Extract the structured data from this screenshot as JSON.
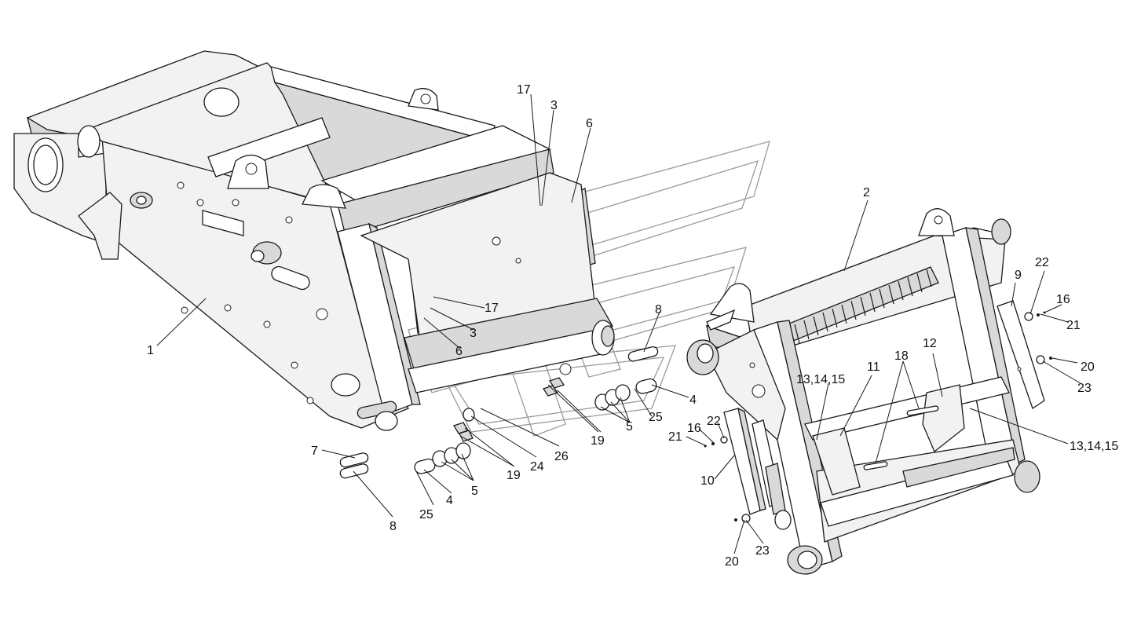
{
  "callouts": [
    {
      "id": "c1",
      "text": "1"
    },
    {
      "id": "c2",
      "text": "2"
    },
    {
      "id": "c3a",
      "text": "3"
    },
    {
      "id": "c3b",
      "text": "3"
    },
    {
      "id": "c4a",
      "text": "4"
    },
    {
      "id": "c4b",
      "text": "4"
    },
    {
      "id": "c5a",
      "text": "5"
    },
    {
      "id": "c5b",
      "text": "5"
    },
    {
      "id": "c6a",
      "text": "6"
    },
    {
      "id": "c6b",
      "text": "6"
    },
    {
      "id": "c7",
      "text": "7"
    },
    {
      "id": "c8a",
      "text": "8"
    },
    {
      "id": "c8b",
      "text": "8"
    },
    {
      "id": "c9",
      "text": "9"
    },
    {
      "id": "c10",
      "text": "10"
    },
    {
      "id": "c11",
      "text": "11"
    },
    {
      "id": "c12",
      "text": "12"
    },
    {
      "id": "c131415a",
      "text": "13,14,15"
    },
    {
      "id": "c131415b",
      "text": "13,14,15"
    },
    {
      "id": "c16a",
      "text": "16"
    },
    {
      "id": "c16b",
      "text": "16"
    },
    {
      "id": "c17a",
      "text": "17"
    },
    {
      "id": "c17b",
      "text": "17"
    },
    {
      "id": "c18",
      "text": "18"
    },
    {
      "id": "c19a",
      "text": "19"
    },
    {
      "id": "c19b",
      "text": "19"
    },
    {
      "id": "c20a",
      "text": "20"
    },
    {
      "id": "c20b",
      "text": "20"
    },
    {
      "id": "c21a",
      "text": "21"
    },
    {
      "id": "c21b",
      "text": "21"
    },
    {
      "id": "c22a",
      "text": "22"
    },
    {
      "id": "c22b",
      "text": "22"
    },
    {
      "id": "c23a",
      "text": "23"
    },
    {
      "id": "c23b",
      "text": "23"
    },
    {
      "id": "c24",
      "text": "24"
    },
    {
      "id": "c25a",
      "text": "25"
    },
    {
      "id": "c25b",
      "text": "25"
    },
    {
      "id": "c26",
      "text": "26"
    }
  ],
  "colors": {
    "line": "#1a1a1a",
    "part_fill": "#f2f2f2",
    "shade_fill": "#d9d9d9",
    "watermark": "#9a9a9a",
    "background": "#ffffff"
  }
}
